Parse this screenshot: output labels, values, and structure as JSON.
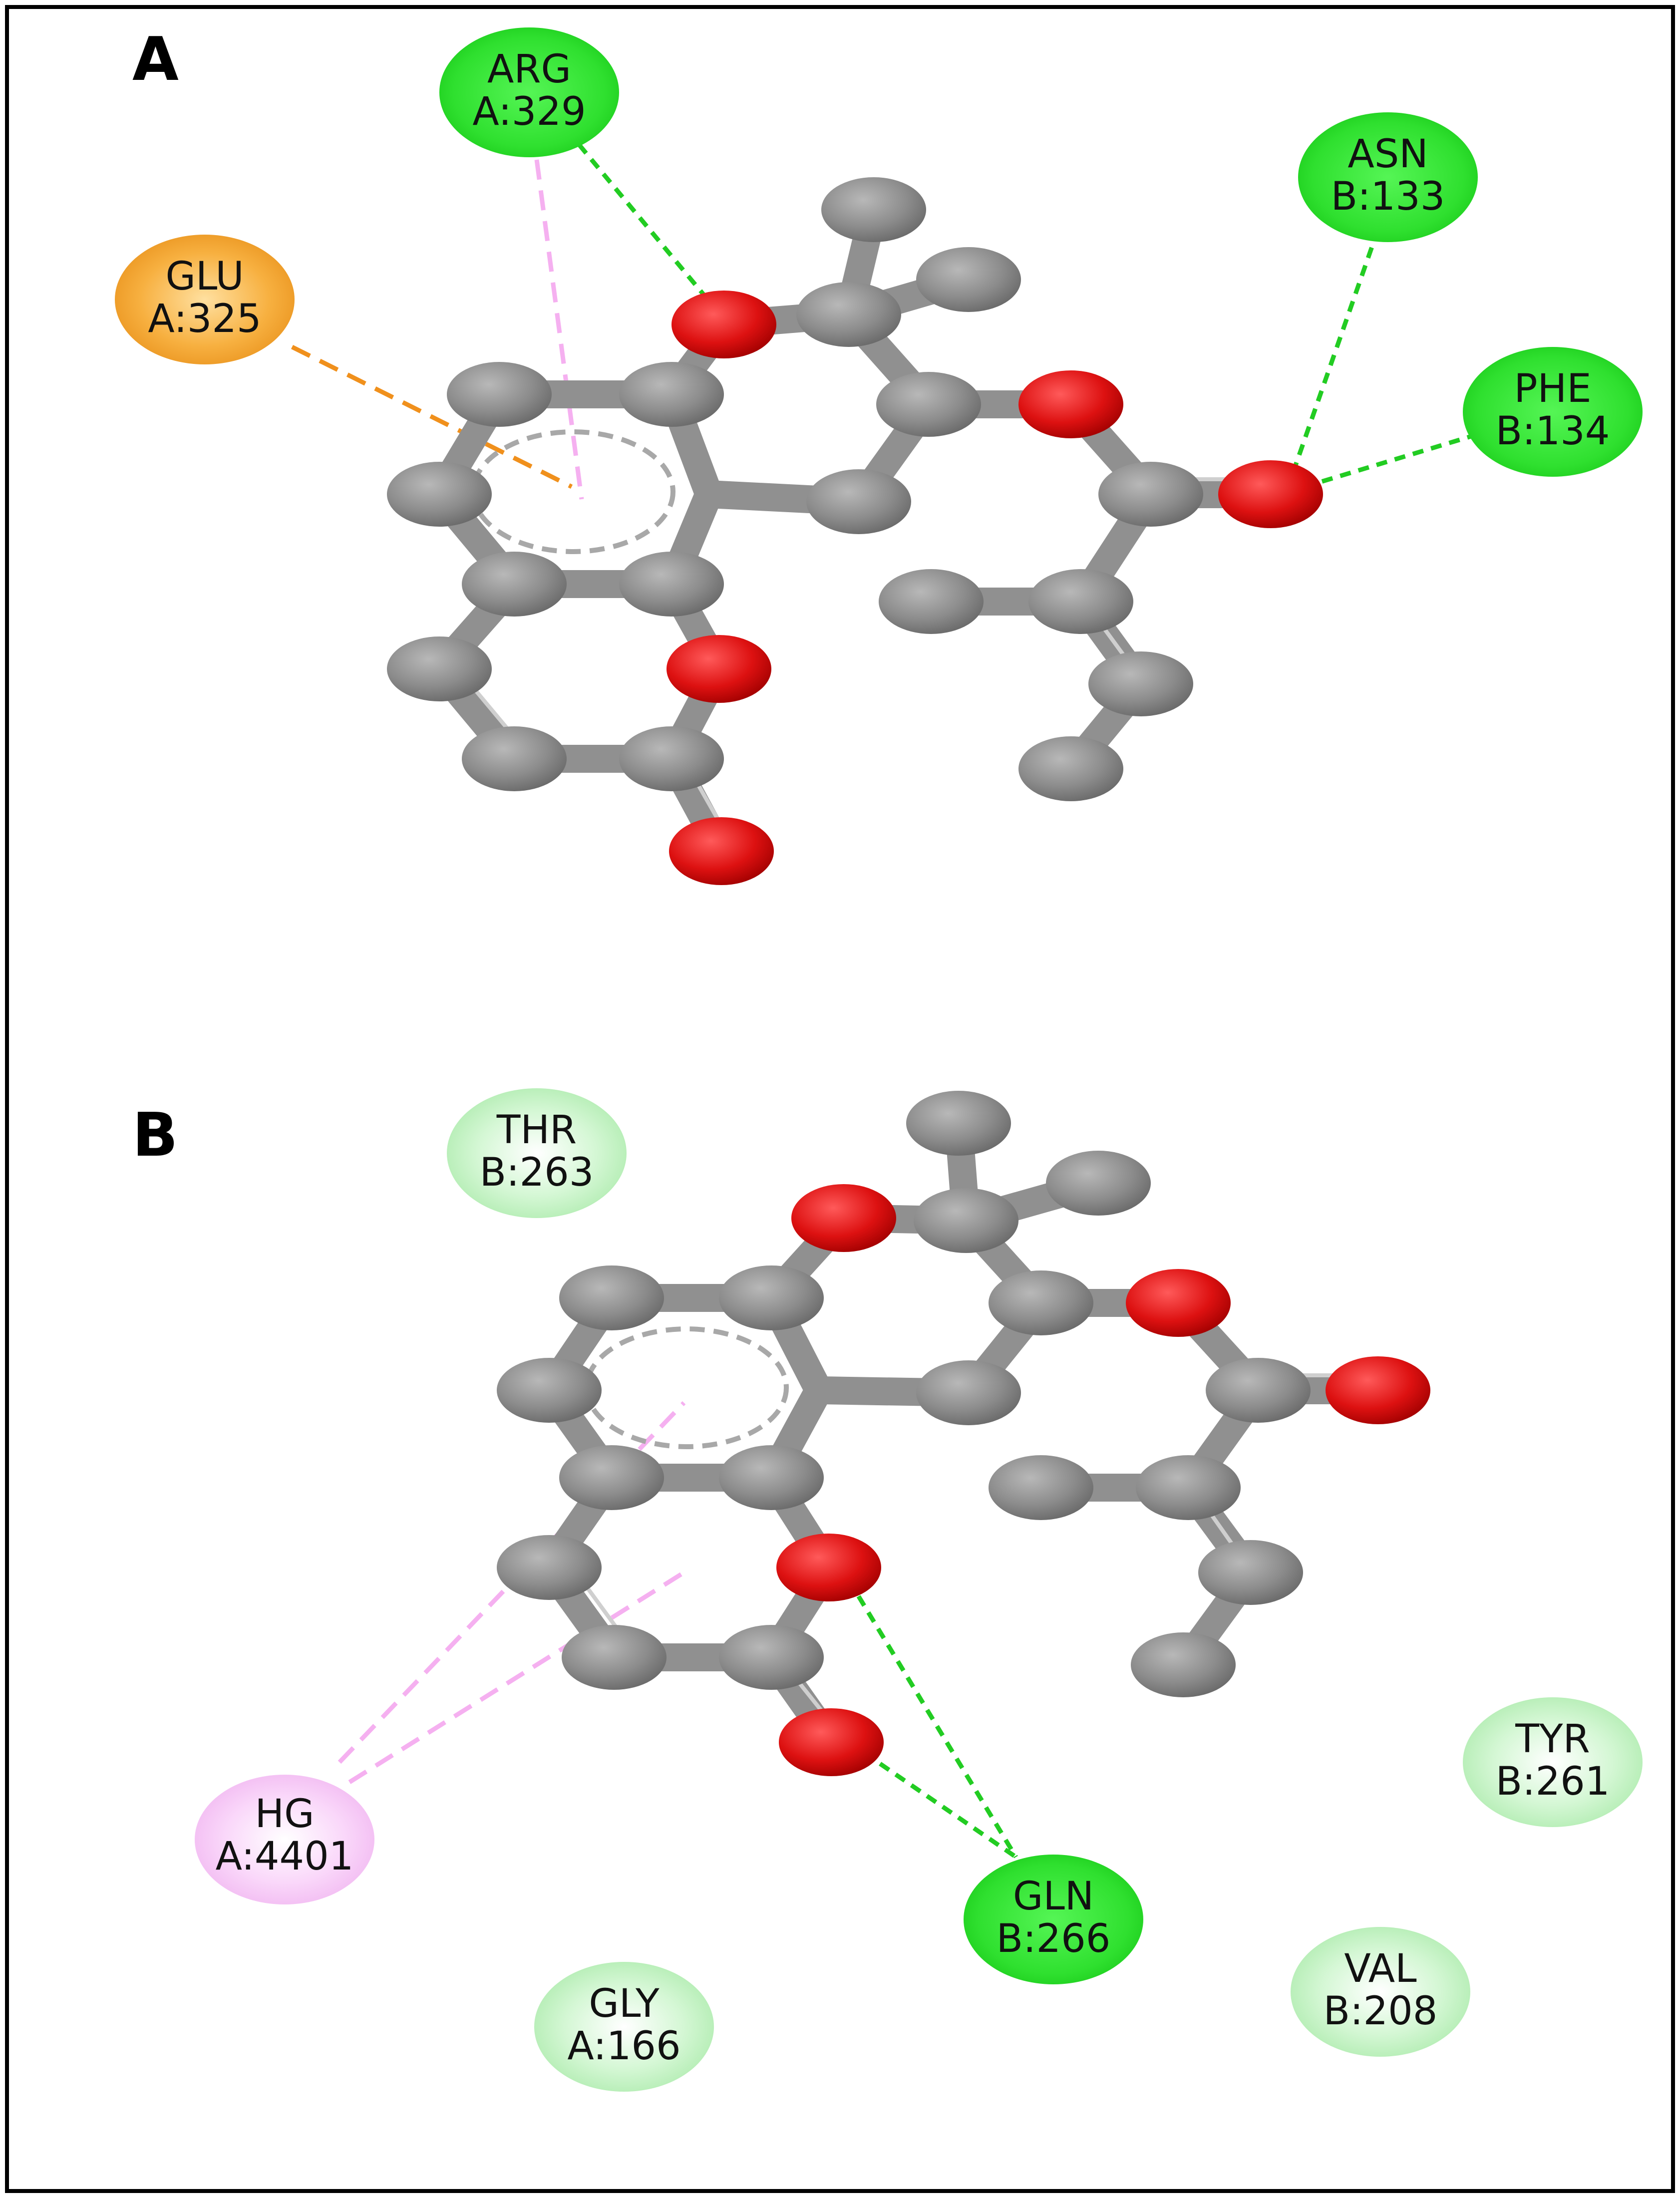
{
  "panels": [
    {
      "letter": "A",
      "residues": [
        {
          "id": "arg",
          "line1": "ARG",
          "line2": "A:329",
          "type": "conventional-hbond"
        },
        {
          "id": "asn",
          "line1": "ASN",
          "line2": "B:133",
          "type": "conventional-hbond"
        },
        {
          "id": "phe",
          "line1": "PHE",
          "line2": "B:134",
          "type": "conventional-hbond"
        },
        {
          "id": "glu",
          "line1": "GLU",
          "line2": "A:325",
          "type": "pi-anion"
        }
      ]
    },
    {
      "letter": "B",
      "residues": [
        {
          "id": "thr",
          "line1": "THR",
          "line2": "B:263",
          "type": "van-der-waals"
        },
        {
          "id": "tyr",
          "line1": "TYR",
          "line2": "B:261",
          "type": "van-der-waals"
        },
        {
          "id": "hg",
          "line1": "HG",
          "line2": "A:4401",
          "type": "pi-metal"
        },
        {
          "id": "gln",
          "line1": "GLN",
          "line2": "B:266",
          "type": "conventional-hbond"
        },
        {
          "id": "val",
          "line1": "VAL",
          "line2": "B:208",
          "type": "van-der-waals"
        },
        {
          "id": "gly",
          "line1": "GLY",
          "line2": "A:166",
          "type": "van-der-waals"
        }
      ]
    }
  ],
  "colors": {
    "conventional-hbond": "#22dd22",
    "van-der-waals": "#b8f0b8",
    "pi-anion": "#f5a020",
    "pi-metal": "#f5c8f5",
    "carbon": "#8c8c8c",
    "oxygen": "#dd1111",
    "frame": "#000000"
  }
}
